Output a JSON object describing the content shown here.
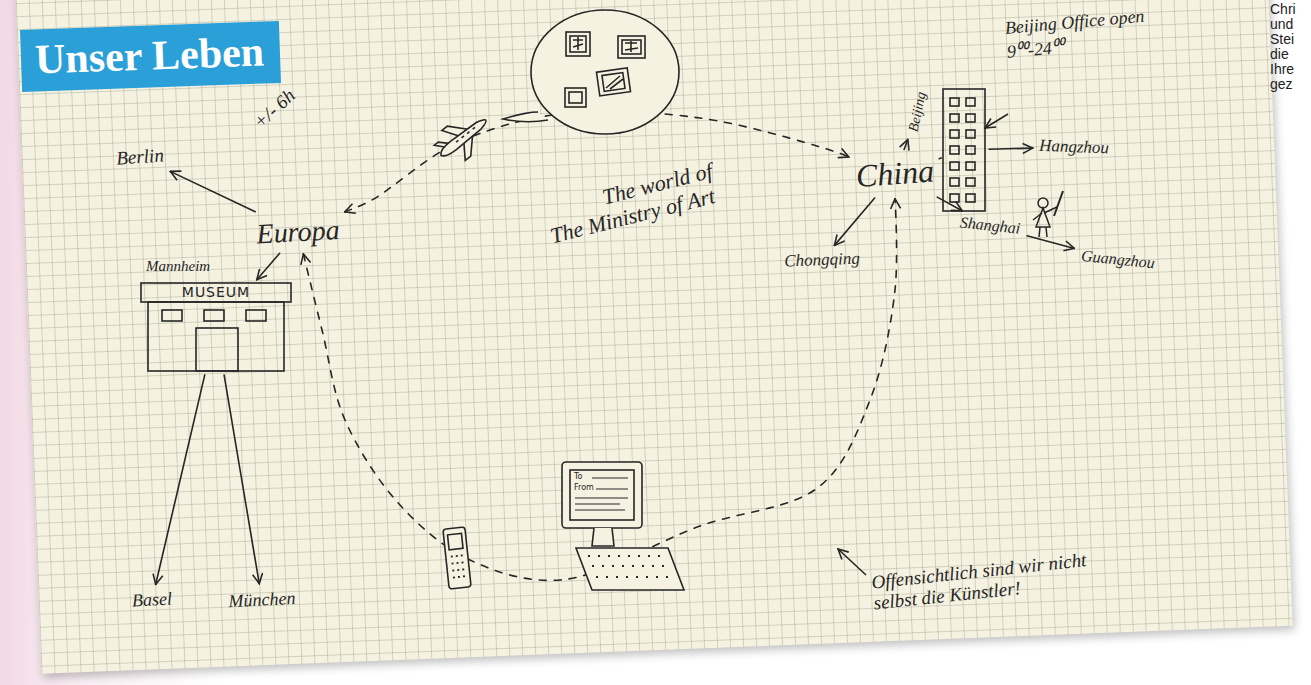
{
  "diagram": {
    "title": "Unser Leben",
    "caption": "Chri und Stei die Ihre gez",
    "nodes": [
      {
        "text": [
          "Europa"
        ]
      },
      {
        "text": [
          "Berlin"
        ]
      },
      {
        "text": [
          "Mannheim",
          "MUSEUM"
        ]
      },
      {
        "text": [
          "Basel"
        ]
      },
      {
        "text": [
          "München"
        ]
      },
      {
        "text": [
          "China"
        ]
      },
      {
        "text": [
          "Beijing"
        ]
      },
      {
        "text": [
          "Beijing Office open 9⁰⁰-24⁰⁰"
        ]
      },
      {
        "text": [
          "Hangzhou"
        ]
      },
      {
        "text": [
          "Shanghai"
        ]
      },
      {
        "text": [
          "Guangzhou"
        ]
      },
      {
        "text": [
          "Chongqing"
        ]
      }
    ],
    "edges": [
      {
        "from": 0,
        "to": 5,
        "arrow": "both",
        "label": "+/- 6h"
      },
      {
        "from": 0,
        "to": 5,
        "arrow": "both"
      },
      {
        "from": 0,
        "to": 1,
        "arrow": "to"
      },
      {
        "from": 0,
        "to": 2,
        "arrow": "to"
      },
      {
        "from": 2,
        "to": 3,
        "arrow": "to"
      },
      {
        "from": 2,
        "to": 4,
        "arrow": "to"
      },
      {
        "from": 5,
        "to": 6,
        "arrow": "to"
      },
      {
        "from": 5,
        "to": 7,
        "arrow": "none"
      },
      {
        "from": 7,
        "to": 8,
        "arrow": "to"
      },
      {
        "from": 5,
        "to": 9,
        "arrow": "to"
      },
      {
        "from": 9,
        "to": 10,
        "arrow": "to"
      },
      {
        "from": 5,
        "to": 11,
        "arrow": "to"
      }
    ],
    "labels": [
      "The world of The Ministry of Art",
      "Offensichtlich sind wir nicht selbst die Künstler!",
      "To",
      "From"
    ]
  }
}
